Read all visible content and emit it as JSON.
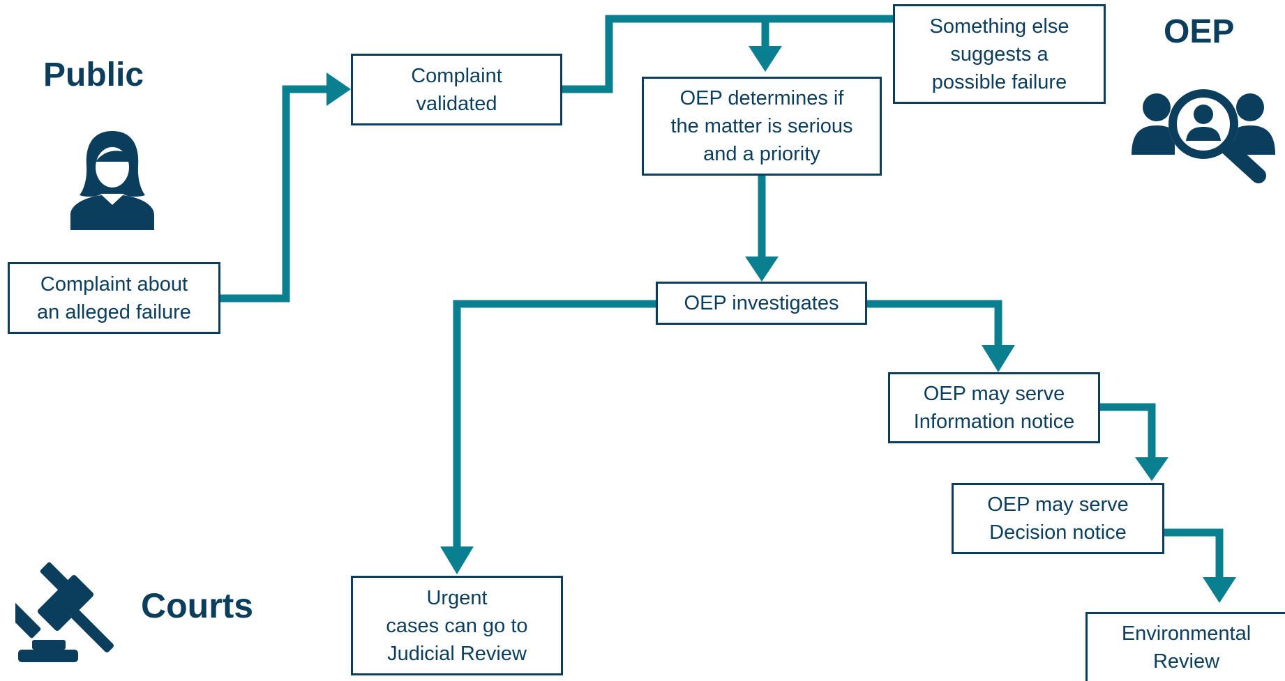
{
  "colors": {
    "arrow": "#0a7f8f",
    "navy": "#0b3d5c",
    "box_border": "#0b3d5c",
    "background": "#ffffff"
  },
  "actors": {
    "public": {
      "label": "Public",
      "icon": "person-icon"
    },
    "oep": {
      "label": "OEP",
      "icon": "investigator-magnifier-icon"
    },
    "courts": {
      "label": "Courts",
      "icon": "gavel-icon"
    }
  },
  "boxes": {
    "complaint_about": "Complaint about\nan alleged failure",
    "complaint_validated": "Complaint\nvalidated",
    "something_else": "Something else\nsuggests a\npossible failure",
    "oep_determines": "OEP determines if\nthe matter is serious\nand a priority",
    "oep_investigates": "OEP investigates",
    "information_notice": "OEP may serve\nInformation notice",
    "decision_notice": "OEP may serve\nDecision notice",
    "judicial_review": "Urgent\ncases can go to\nJudicial Review",
    "environmental_review": "Environmental\nReview"
  }
}
